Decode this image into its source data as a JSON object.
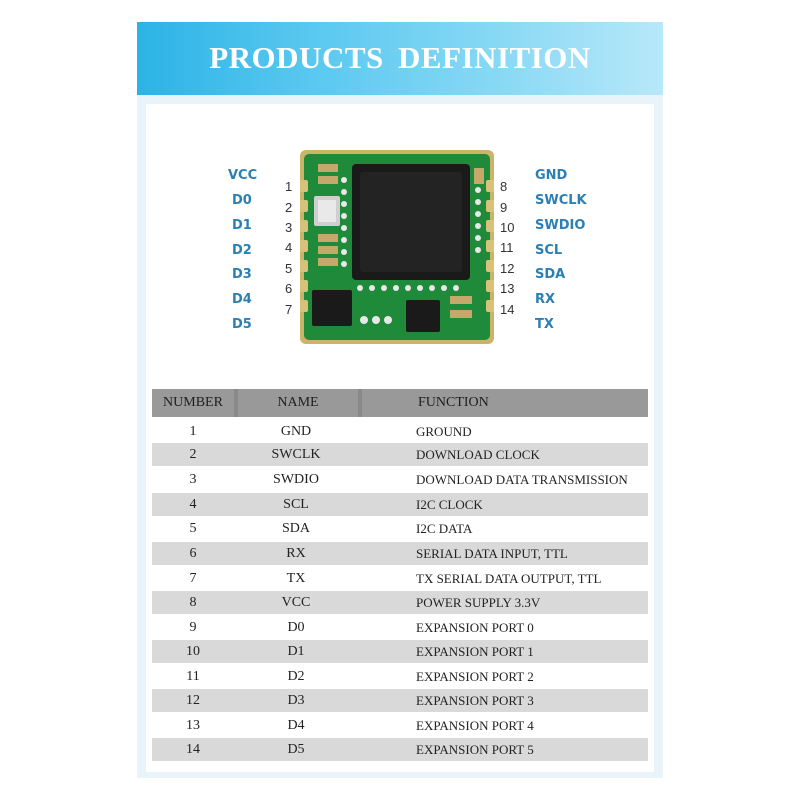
{
  "header": {
    "title": "PRODUCTS DEFINITION"
  },
  "colors": {
    "header_start": "#2bb3e6",
    "header_end": "#b8e8f9",
    "pin_label": "#2a7fb5",
    "pcb_green": "#1f8a3a",
    "table_header": "#999999",
    "row_shade": "#d9d9d9"
  },
  "pins_left": [
    {
      "num": "1",
      "label": "VCC"
    },
    {
      "num": "2",
      "label": "D0"
    },
    {
      "num": "3",
      "label": "D1"
    },
    {
      "num": "4",
      "label": "D2"
    },
    {
      "num": "5",
      "label": "D3"
    },
    {
      "num": "6",
      "label": "D4"
    },
    {
      "num": "7",
      "label": "D5"
    }
  ],
  "pins_right": [
    {
      "num": "8",
      "label": "GND"
    },
    {
      "num": "9",
      "label": "SWCLK"
    },
    {
      "num": "10",
      "label": "SWDIO"
    },
    {
      "num": "11",
      "label": "SCL"
    },
    {
      "num": "12",
      "label": "SDA"
    },
    {
      "num": "13",
      "label": "RX"
    },
    {
      "num": "14",
      "label": "TX"
    }
  ],
  "table": {
    "headers": {
      "number": "NUMBER",
      "name": "NAME",
      "function": "FUNCTION"
    },
    "rows": [
      {
        "number": "1",
        "name": "GND",
        "function": "GROUND"
      },
      {
        "number": "2",
        "name": "SWCLK",
        "function": "DOWNLOAD CLOCK"
      },
      {
        "number": "3",
        "name": "SWDIO",
        "function": "DOWNLOAD DATA TRANSMISSION"
      },
      {
        "number": "4",
        "name": "SCL",
        "function": "I2C CLOCK"
      },
      {
        "number": "5",
        "name": "SDA",
        "function": "I2C DATA"
      },
      {
        "number": "6",
        "name": "RX",
        "function": "SERIAL DATA INPUT, TTL"
      },
      {
        "number": "7",
        "name": "TX",
        "function": "TX SERIAL DATA OUTPUT, TTL"
      },
      {
        "number": "8",
        "name": "VCC",
        "function": "POWER SUPPLY 3.3V"
      },
      {
        "number": "9",
        "name": "D0",
        "function": "EXPANSION PORT 0"
      },
      {
        "number": "10",
        "name": "D1",
        "function": "EXPANSION PORT 1"
      },
      {
        "number": "11",
        "name": "D2",
        "function": "EXPANSION PORT 2"
      },
      {
        "number": "12",
        "name": "D3",
        "function": "EXPANSION PORT 3"
      },
      {
        "number": "13",
        "name": "D4",
        "function": "EXPANSION PORT 4"
      },
      {
        "number": "14",
        "name": "D5",
        "function": "EXPANSION PORT 5"
      }
    ]
  }
}
